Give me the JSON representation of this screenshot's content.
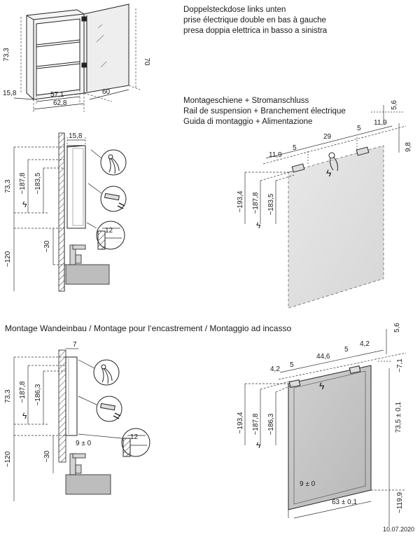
{
  "notes": {
    "socket": [
      "Doppelsteckdose links unten",
      "prise électrique double en bas à gauche",
      "presa doppia elettrica in basso a sinistra"
    ],
    "rail": [
      "Montageschiene + Stromanschluss",
      "Rail de suspension + Branchement électrique",
      "Guida di montaggio + Alimentazione"
    ],
    "recessed": "Montage Wandeinbau / Montage pour l‘encastrement / Montaggio ad incasso"
  },
  "date": "10.07.2020",
  "dims_top": {
    "height": "73,3",
    "depth": "15,8",
    "inner_width": "57,1",
    "width": "62,8",
    "door": "60",
    "total_height": "70"
  },
  "dims_side1": {
    "depth": "15,8",
    "h73": "73,3",
    "h187": "~187,8",
    "h183": "~183,5",
    "h120": "~120",
    "h30": "~30",
    "detail": "12"
  },
  "dims_front1": {
    "d56": "5,6",
    "d29": "29",
    "d5a": "5",
    "d119a": "11,9",
    "d119b": "11,9",
    "d5b": "5",
    "d98": "9,8",
    "h193": "~193,4",
    "h187": "~187,8",
    "h183": "~183,5"
  },
  "dims_side2": {
    "d7": "7",
    "h73": "73,3",
    "h187": "~187,8",
    "h186": "~186,3",
    "h120": "~120",
    "h30": "~30",
    "gap": "9 ± 0",
    "detail": "12"
  },
  "dims_front2": {
    "d56": "5,6",
    "d446": "44,6",
    "d5a": "5",
    "d42a": "4,2",
    "d42b": "4,2",
    "d5b": "5",
    "d71": "~7,1",
    "h193": "~193,4",
    "h187": "~187,8",
    "h186": "~186,3",
    "h735": "73,5 ± 0,1",
    "gap": "9 ± 0",
    "w63": "63 ± 0,1",
    "h1199": "~119,9"
  },
  "symbols": {
    "power": "ϟ"
  }
}
